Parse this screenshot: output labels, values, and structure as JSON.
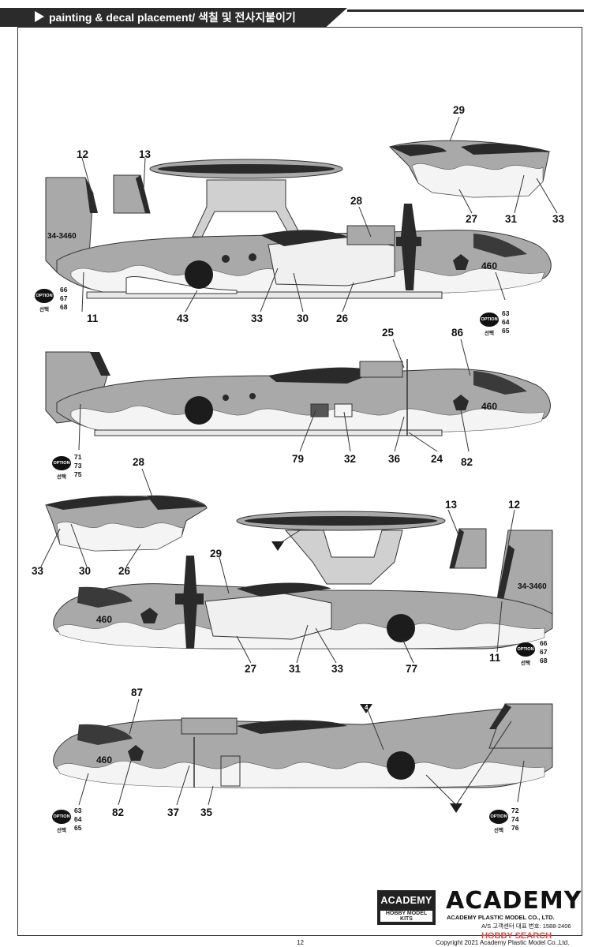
{
  "header": {
    "title": "painting & decal placement/ 색칠 및 전사지붙이기"
  },
  "callouts": {
    "view1": [
      "12",
      "13",
      "29",
      "28",
      "27",
      "31",
      "33",
      "11",
      "43",
      "33",
      "30",
      "26"
    ],
    "view2": [
      "25",
      "86",
      "79",
      "32",
      "36",
      "24",
      "82"
    ],
    "view3": [
      "28",
      "33",
      "30",
      "26",
      "13",
      "12",
      "29",
      "27",
      "31",
      "33",
      "77",
      "11"
    ],
    "view4": [
      "87",
      "4",
      "82",
      "37",
      "35"
    ]
  },
  "markings": {
    "serial": "34-3460",
    "nose_number": "460"
  },
  "option": {
    "badge": "OPTION",
    "sub": "선택",
    "set_a": "66\n67\n68",
    "set_b": "63\n64\n65",
    "set_c": "71\n73\n75",
    "set_d": "72\n74\n76"
  },
  "footer": {
    "logo_main": "ACADEMY",
    "logo_sub": "HOBBY MODEL KITS",
    "brand": "ACADEMY",
    "brand_sub": "ACADEMY PLASTIC MODEL CO., LTD.",
    "brand_as": "A/S 고객센터 대표 번호: 1588-2406",
    "page_number": "12",
    "copyright": "Copyright 2021 Academy Plastic Model Co.,Ltd.",
    "watermark": "HOBBY SEARCH"
  },
  "colors": {
    "camo_gray": "#a9a9a9",
    "camo_white": "#f4f4f4",
    "dark": "#2a2a2a",
    "line": "#333333"
  }
}
